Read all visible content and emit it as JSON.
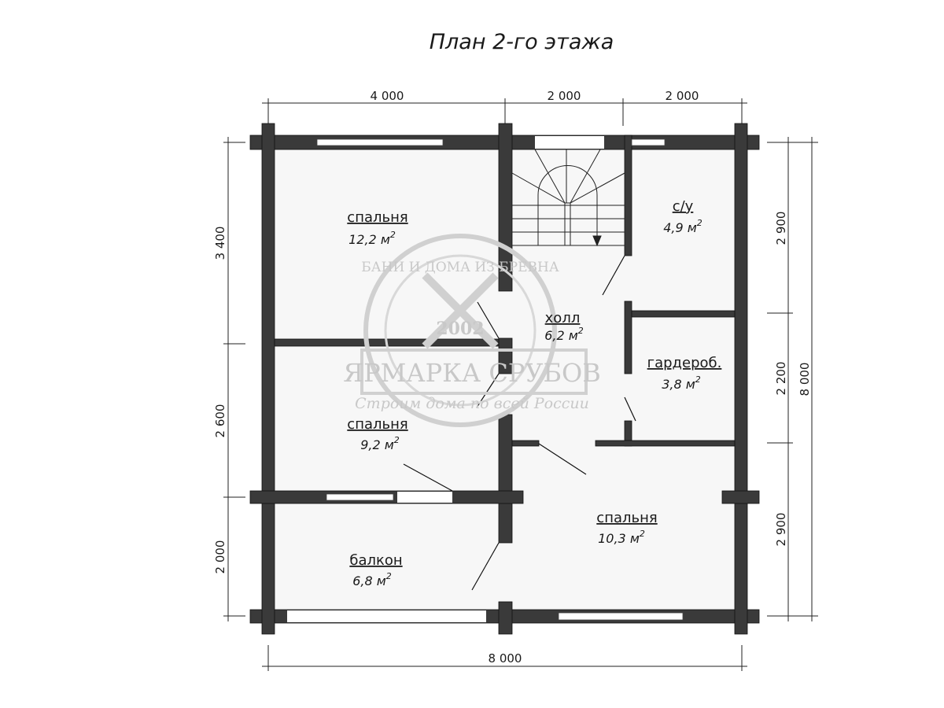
{
  "title": "План 2-го этажа",
  "colors": {
    "wall": "#3a3a3a",
    "room_fill": "#f7f7f7",
    "watermark": "#c8c8c8"
  },
  "dimensions": {
    "top": [
      "4 000",
      "2 000",
      "2 000"
    ],
    "left": [
      "3 400",
      "2 600",
      "2 000"
    ],
    "right": [
      "2 900",
      "2 200",
      "2 900"
    ],
    "right_total": "8 000",
    "bottom_total": "8 000"
  },
  "rooms": [
    {
      "name": "спальня",
      "area": "12,2 м"
    },
    {
      "name": "с/у",
      "area": "4,9 м"
    },
    {
      "name": "холл",
      "area": "6,2 м"
    },
    {
      "name": "гардероб.",
      "area": "3,8 м"
    },
    {
      "name": "спальня",
      "area": "9,2 м"
    },
    {
      "name": "спальня",
      "area": "10,3 м"
    },
    {
      "name": "балкон",
      "area": "6,8 м"
    }
  ],
  "area_unit_sup": "2",
  "watermark": {
    "arc": "БАНИ И ДОМА ИЗ БРЕВНА",
    "year": "2002",
    "brand": "ЯРМАРКА СРУБОВ",
    "slogan": "Строим дома по всей России"
  }
}
